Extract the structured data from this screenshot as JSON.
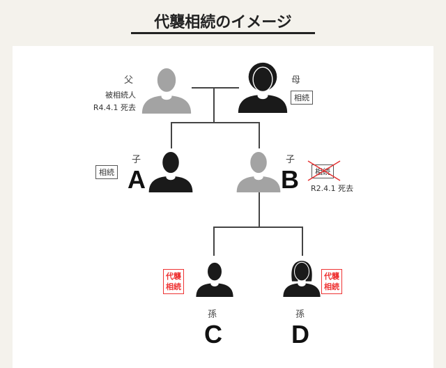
{
  "title": "代襲相続のイメージ",
  "colors": {
    "deceased": "#a3a3a3",
    "living": "#1a1a1a",
    "accent": "#e53333"
  },
  "father": {
    "role": "父",
    "status": "被相続人",
    "note": "R4.4.1 死去"
  },
  "mother": {
    "role": "母",
    "badge": "相続"
  },
  "childA": {
    "role": "子",
    "letter": "A",
    "badge": "相続"
  },
  "childB": {
    "role": "子",
    "letter": "B",
    "badge": "相続",
    "note": "R2.4.1 死去"
  },
  "grandC": {
    "role": "孫",
    "letter": "C",
    "badge_line1": "代襲",
    "badge_line2": "相続"
  },
  "grandD": {
    "role": "孫",
    "letter": "D",
    "badge_line1": "代襲",
    "badge_line2": "相続"
  }
}
